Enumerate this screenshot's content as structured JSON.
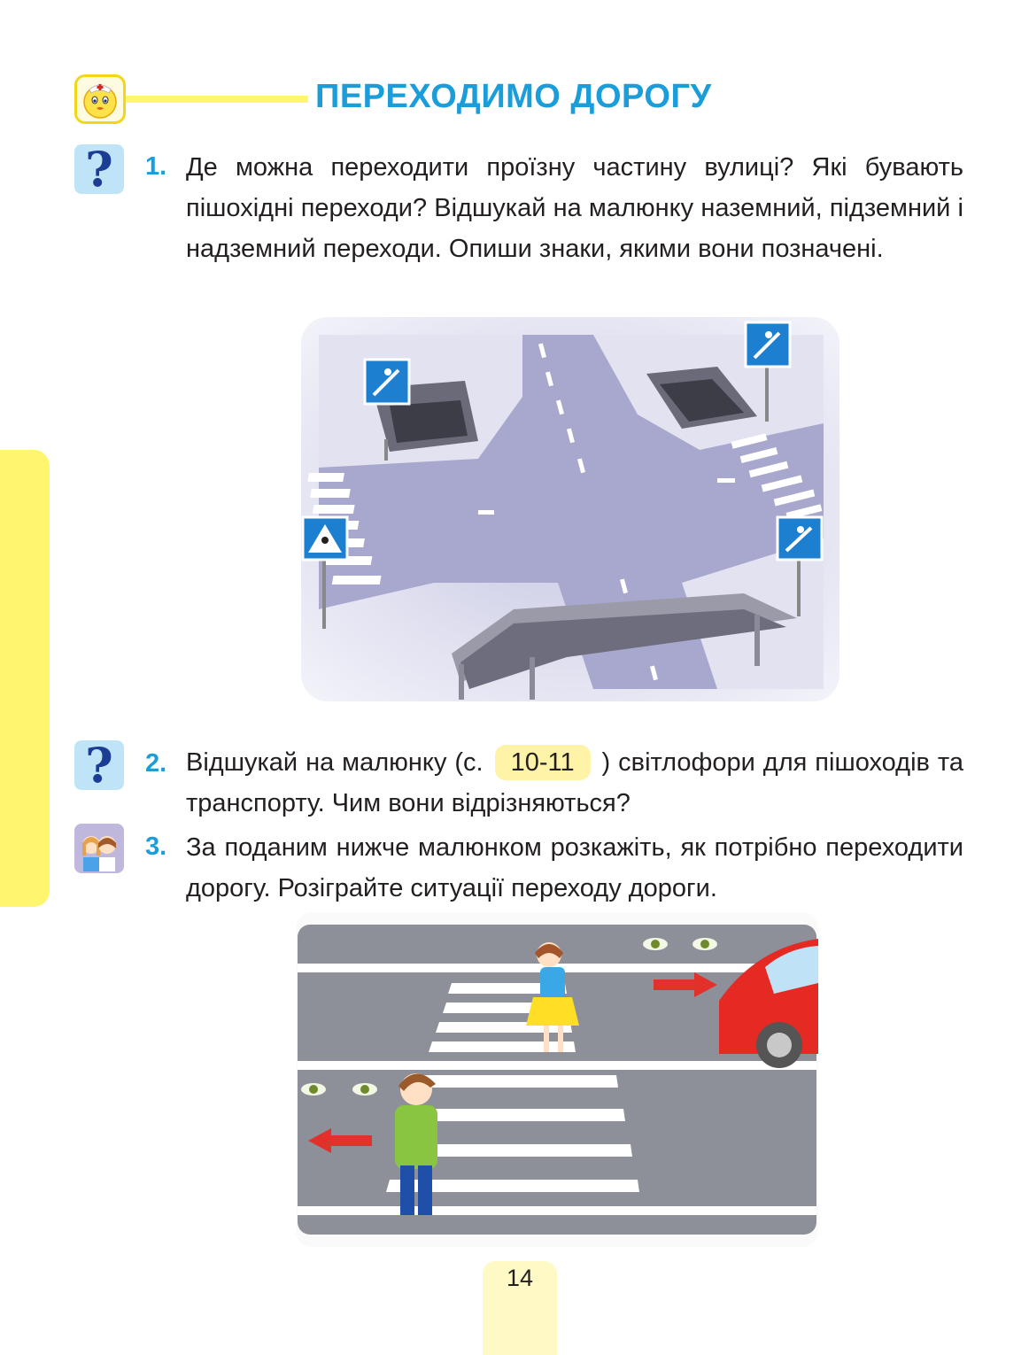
{
  "header": {
    "title": "ПЕРЕХОДИМО ДОРОГУ"
  },
  "tasks": [
    {
      "number": "1.",
      "icon": "question-icon",
      "text": "Де можна переходити проїзну частину вулиці? Які бувають пішохідні переходи? Відшукай на малюнку наземний, підземний і надземний переходи. Опиши знаки, якими вони позначені."
    },
    {
      "number": "2.",
      "icon": "question-icon",
      "text_before": "Відшукай на малюнку (с.",
      "page_ref": "10-11",
      "text_after": ") світлофори для пішоходів та транспорту. Чим вони відрізняються?"
    },
    {
      "number": "3.",
      "icon": "pair-work-icon",
      "text": "За поданим нижче малюнком розкажіть, як потрібно переходити дорогу. Розіграйте ситуації переходу дороги."
    }
  ],
  "question_mark": "?",
  "page_number": "14",
  "colors": {
    "accent_blue": "#1a9dd9",
    "side_tab": "#fff56e",
    "road": "#a9a9cf",
    "sign_blue": "#1d7fd0"
  }
}
